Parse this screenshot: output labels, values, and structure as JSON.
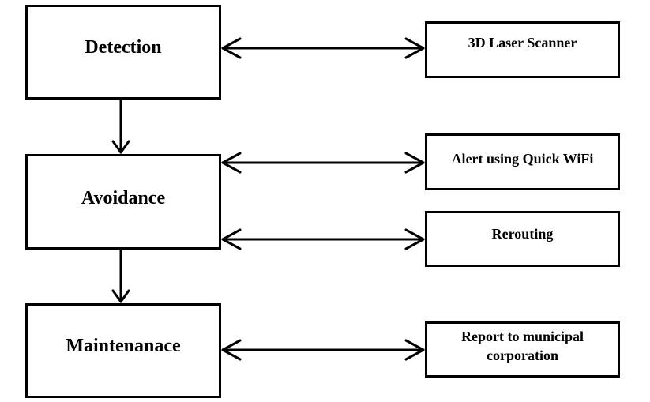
{
  "main_steps": [
    {
      "id": "detection",
      "label": "Detection"
    },
    {
      "id": "avoidance",
      "label": "Avoidance"
    },
    {
      "id": "maintenance",
      "label": "Maintenanace"
    }
  ],
  "side_items": [
    {
      "id": "laser",
      "label": "3D Laser Scanner"
    },
    {
      "id": "alert",
      "label": "Alert using Quick WiFi"
    },
    {
      "id": "rerouting",
      "label": "Rerouting"
    },
    {
      "id": "report",
      "label_line1": "Report to municipal",
      "label_line2": "corporation"
    }
  ],
  "colors": {
    "stroke": "#000000",
    "background": "#ffffff"
  }
}
